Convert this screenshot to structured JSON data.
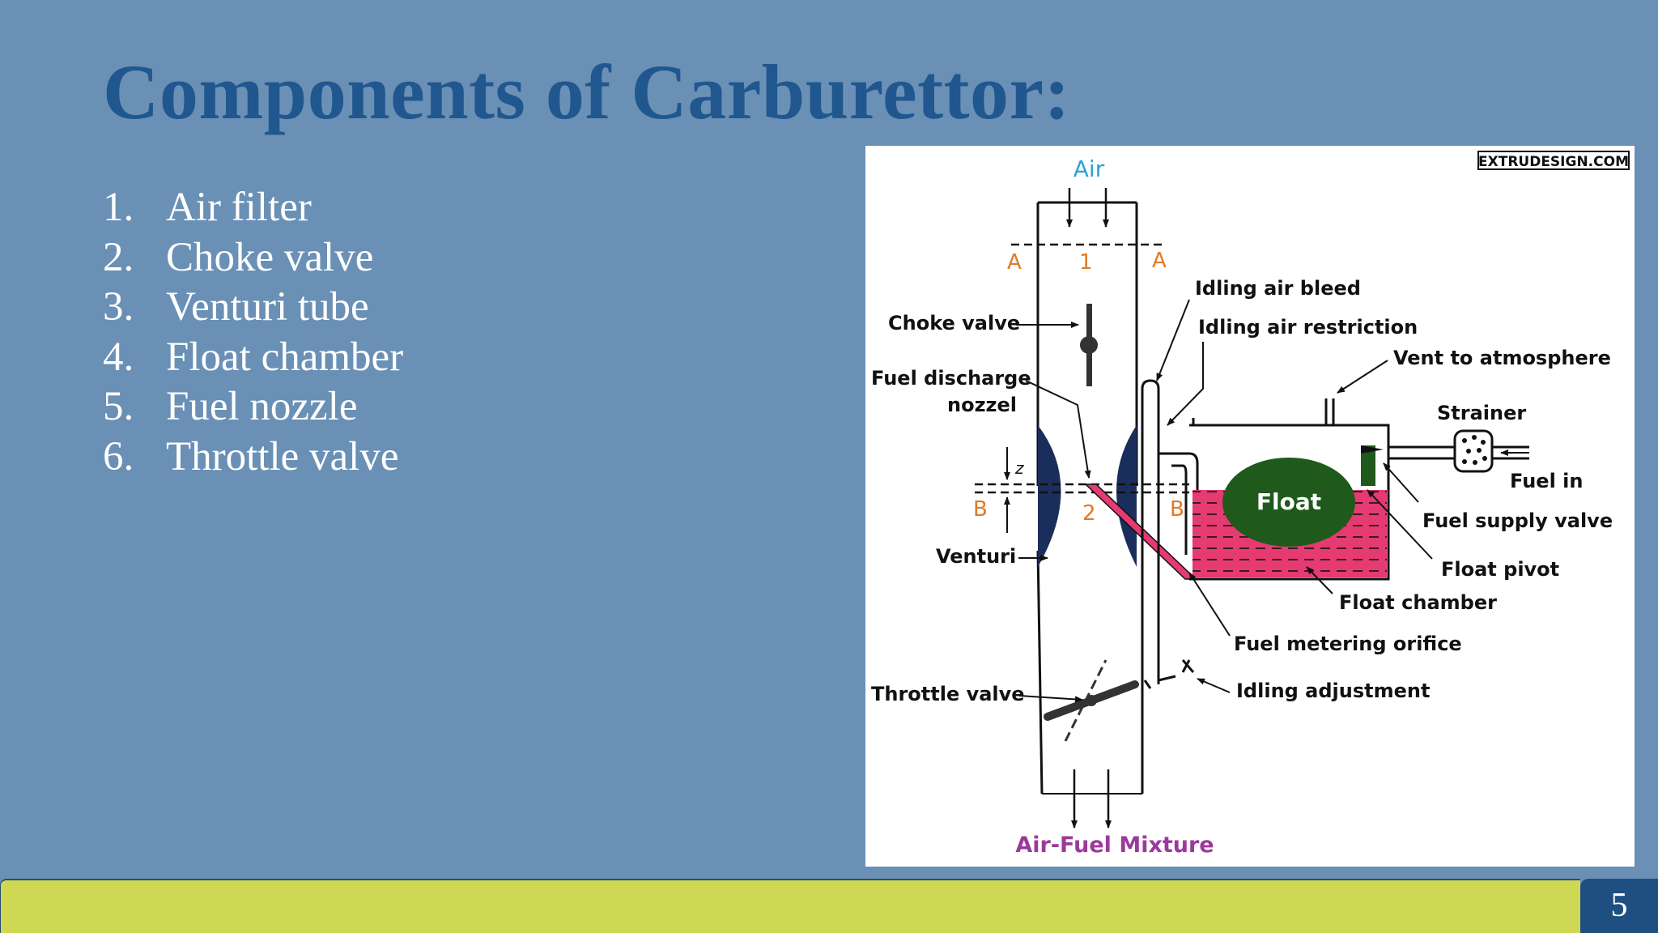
{
  "slide": {
    "title": "Components of Carburettor:",
    "page_number": "5"
  },
  "components": [
    {
      "num": "1.",
      "label": "Air filter"
    },
    {
      "num": "2.",
      "label": "Choke valve"
    },
    {
      "num": "3.",
      "label": "Venturi tube"
    },
    {
      "num": "4.",
      "label": "Float chamber"
    },
    {
      "num": "5.",
      "label": "Fuel nozzle"
    },
    {
      "num": "6.",
      "label": "Throttle valve"
    }
  ],
  "diagram": {
    "watermark": "EXTRUDESIGN.COM",
    "air_label": "Air",
    "output_label": "Air-Fuel Mixture",
    "section_a": "A",
    "section_b": "B",
    "point_1": "1",
    "point_2": "2",
    "z_label": "z",
    "float_label": "Float",
    "labels": {
      "choke_valve": "Choke valve",
      "fuel_discharge_1": "Fuel discharge",
      "fuel_discharge_2": "nozzel",
      "venturi": "Venturi",
      "throttle_valve": "Throttle valve",
      "idling_air_bleed": "Idling air bleed",
      "idling_air_restriction": "Idling air restriction",
      "vent": "Vent to atmosphere",
      "strainer": "Strainer",
      "fuel_in": "Fuel in",
      "fuel_supply_valve": "Fuel supply valve",
      "float_pivot": "Float pivot",
      "float_chamber": "Float chamber",
      "fuel_metering_orifice": "Fuel metering orifice",
      "idling_adjustment": "Idling adjustment"
    },
    "colors": {
      "fuel": "#e63a73",
      "float": "#1f5a1c",
      "venturi": "#1a2e5c",
      "air": "#2aa3d4",
      "mixture": "#9b3a9b",
      "section": "#e07a26"
    }
  }
}
